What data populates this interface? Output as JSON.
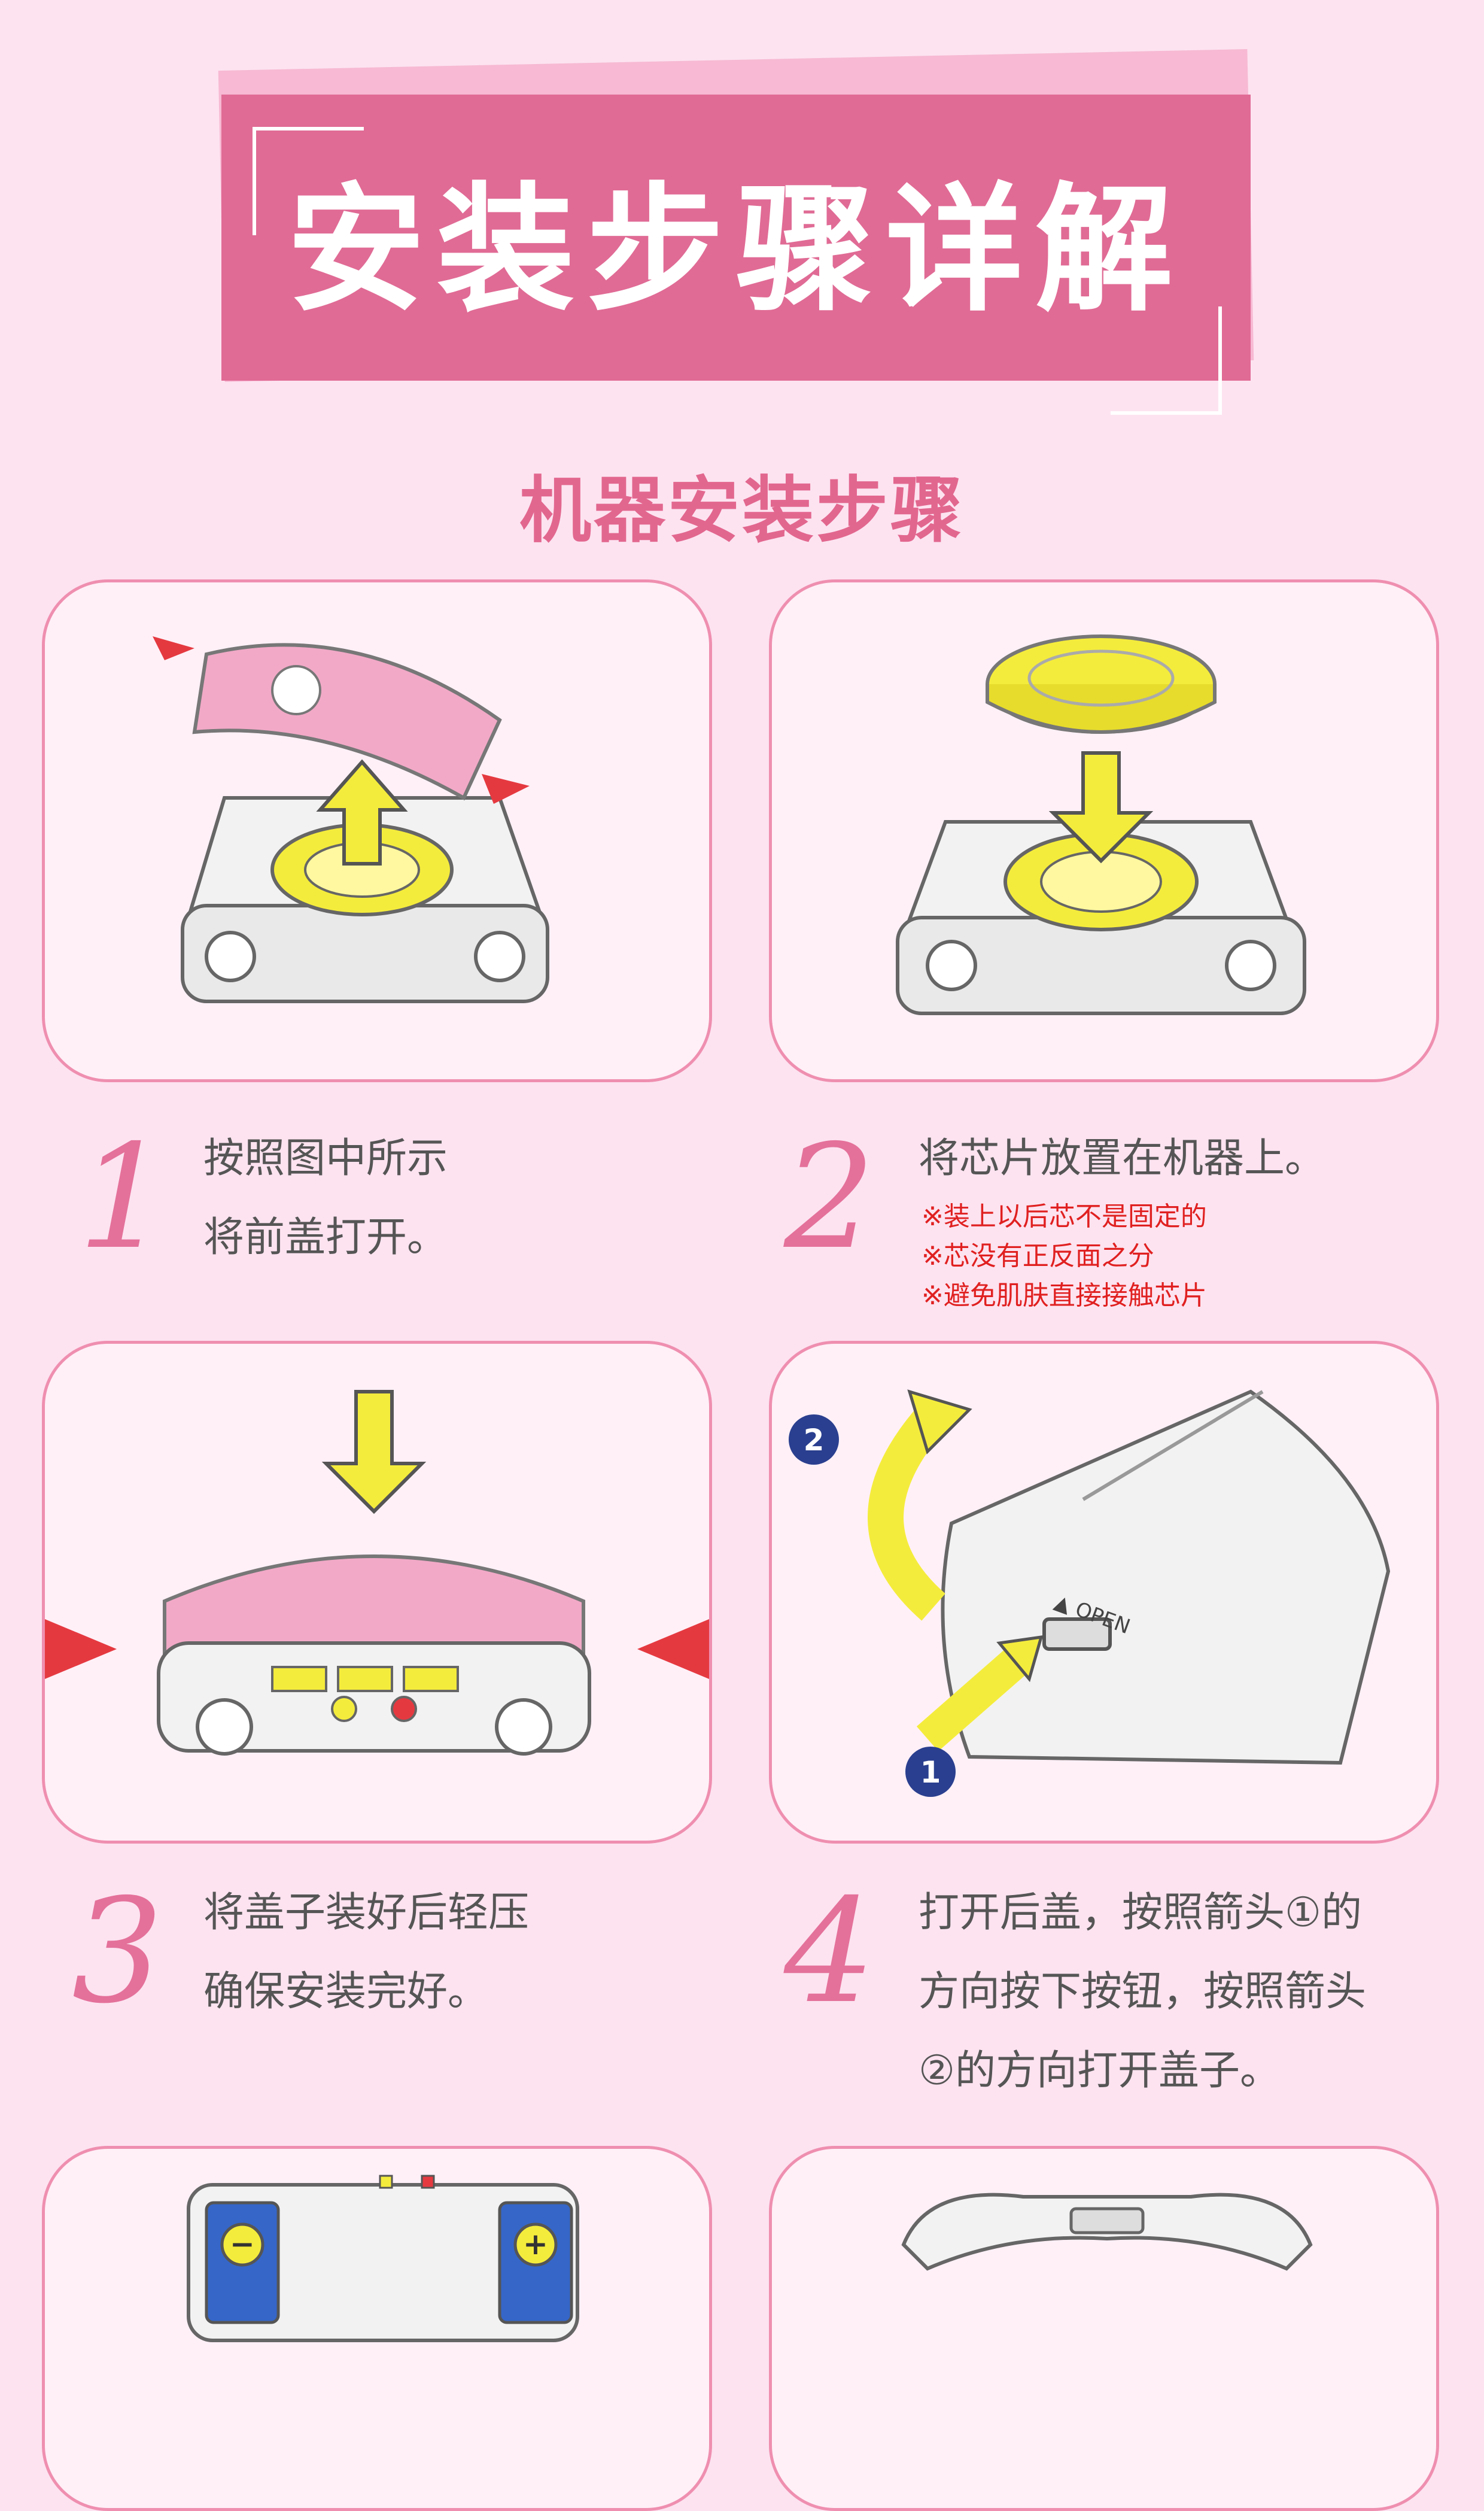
{
  "banner": {
    "title": "安装步骤详解"
  },
  "section": {
    "title": "机器安装步骤"
  },
  "steps": [
    {
      "number": "1",
      "lines": [
        "按照图中所示",
        "将前盖打开。"
      ]
    },
    {
      "number": "2",
      "lines": [
        "将芯片放置在机器上。"
      ],
      "notes": [
        "※装上以后芯不是固定的",
        "※芯没有正反面之分",
        "※避免肌肤直接接触芯片"
      ]
    },
    {
      "number": "3",
      "lines": [
        "将盖子装好后轻压",
        "确保安装完好。"
      ]
    },
    {
      "number": "4",
      "lines": [
        "打开后盖，按照箭头①的",
        "方向按下按钮，按照箭头",
        "②的方向打开盖子。"
      ]
    }
  ],
  "illustrations": {
    "open_label": "▲ OPEN",
    "badge_1": "1",
    "badge_2": "2",
    "minus": "−",
    "plus": "+"
  },
  "colors": {
    "background": "#fde3f0",
    "banner": "#e06b95",
    "accent": "#e2678f",
    "yellow": "#f4ec3c",
    "red_arrow": "#e53940",
    "note_red": "#e02020"
  }
}
